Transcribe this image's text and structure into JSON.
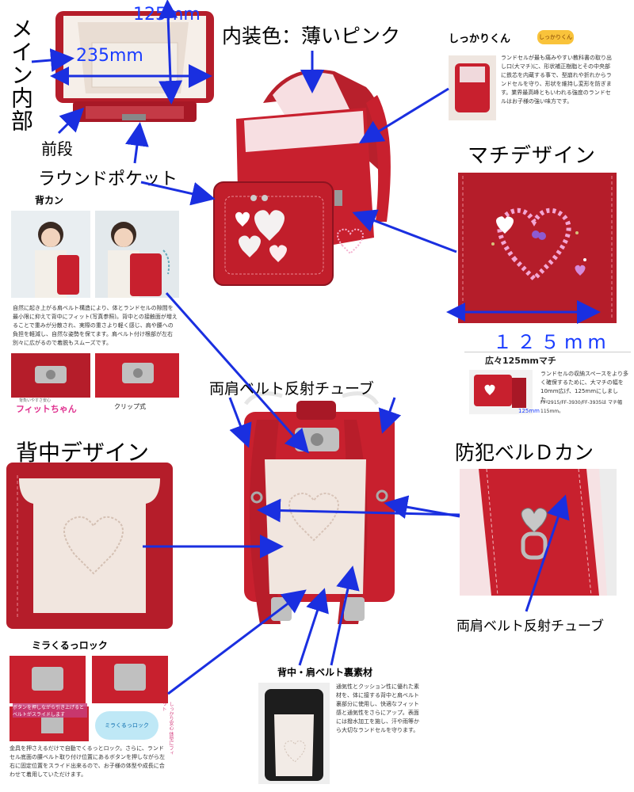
{
  "labels": {
    "main_inside": "メイン内部",
    "dim_width_top": "125mm",
    "dim_width_main": "235mm",
    "front_section": "前段",
    "round_pocket": "ラウンドポケット",
    "interior_color": "内装色：薄いピンク",
    "gusset_design": "マチデザイン",
    "gusset_dim": "１２５mm",
    "shoulder_reflector_top": "両肩ベルト反射チューブ",
    "back_design": "背中デザイン",
    "crime_prevention_d_ring": "防犯ベルＤカン",
    "shoulder_reflector_bottom": "両肩ベルト反射チューブ"
  },
  "panels": {
    "shikkari": {
      "title": "しっかりくん",
      "badge": "しっかりくん",
      "body": "ランドセルが最も痛みやすい教科書の取り出し口(大マチ)に、形状補正樹脂とその中央部に鉄芯を内蔵する事で、型崩れや折れからランドセルを守り、形状を維持し変形を防ぎます。業界最高峰ともいわれる強度のランドセルはお子様の強い味方です。"
    },
    "sekan": {
      "title": "背カン",
      "body": "自然に起き上がる肩ベルト構造により、体とランドセルの隙間を最小限に抑えて背中にフィット(写真参照)。背中との接触面が増えることで重みが分散され、実際の重さより軽く感じ、肩や腰への負担を軽減し、自然な姿勢を保てます。肩ベルト付け根部が左右別々に広がるので着脱もスムーズです。",
      "logo": "フィットちゃん",
      "logo_sub": "背負いやすさ安心",
      "clip_caption": "クリップ式"
    },
    "machi": {
      "title": "広々125mmマチ",
      "body": "ランドセルの収納スペースをより多く確保するために、大マチの幅を10mm広げ、125mmにしました。",
      "note": "FF-2915/FF-3930/FF-3935は マチ幅115mm。",
      "dim": "125mm"
    },
    "lock": {
      "title": "ミラくるっロック",
      "tip": "ボタンを押しながら引き上げるとベルトがスライドします",
      "badge": "ミラくるっロック",
      "side_text": "しっかり安心 体型にフィット",
      "body": "金具を押さえるだけで自動でくるっとロック。さらに、ランドセル底面の腰ベルト取り付け位置にあるボタンを押しながら左右に固定位置をスライド出来るので、お子様の体型や成長に合わせて着用していただけます。"
    },
    "back_material": {
      "title": "背中・肩ベルト裏素材",
      "body": "通気性とクッション性に優れた素材を、体に接する背中と肩ベルト裏部分に使用し、快適なフィット感と通気性をさらにアップ。表面には撥水加工を施し、汗や雨等から大切なランドセルを守ります。"
    }
  },
  "colors": {
    "bag_red": "#c8202e",
    "bag_dark": "#8e1420",
    "pink_lining": "#f7dfe2",
    "cream_back": "#f1e6df",
    "arrow_blue": "#1a2fe0",
    "dim_blue": "#1a3cff"
  },
  "icons": [
    "heart-icon",
    "d-ring-icon",
    "buckle-icon",
    "arrow-icon"
  ]
}
